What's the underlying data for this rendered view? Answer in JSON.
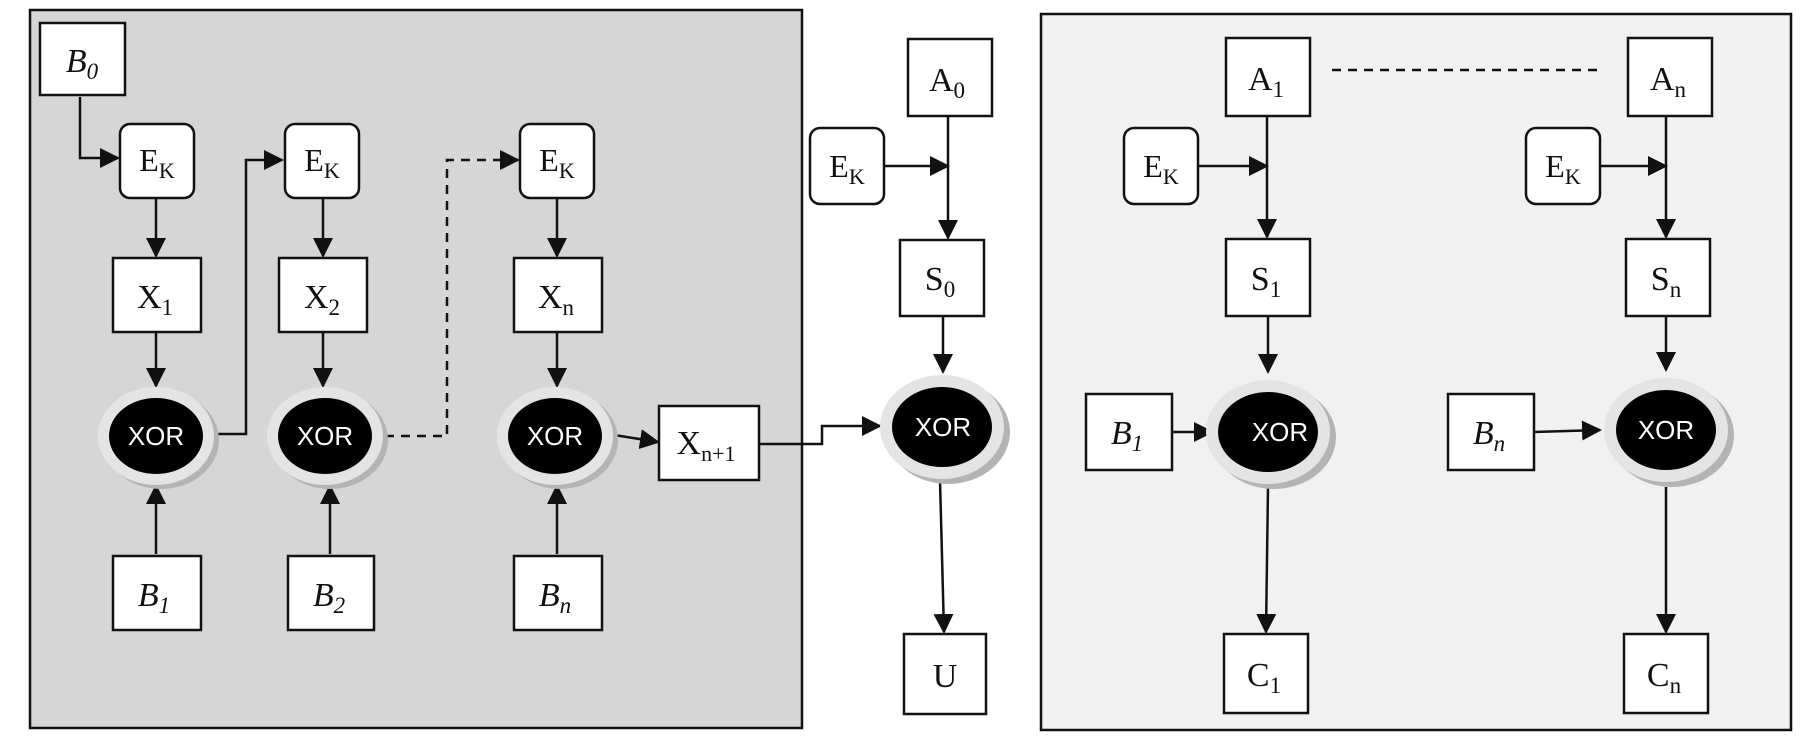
{
  "colors": {
    "left_panel": "#d6d6d6",
    "right_panel": "#f1f1f1",
    "xor_fill": "#000000",
    "xor_halo": "#e4e4e4"
  },
  "nodes": {
    "b0": {
      "base": "B",
      "sub": "0",
      "italic": true
    },
    "ek1": {
      "base": "E",
      "sub": "K"
    },
    "ek2": {
      "base": "E",
      "sub": "K"
    },
    "ek3": {
      "base": "E",
      "sub": "K"
    },
    "x1": {
      "base": "X",
      "sub": "1"
    },
    "x2": {
      "base": "X",
      "sub": "2"
    },
    "xn": {
      "base": "X",
      "sub": "n"
    },
    "xor1": {
      "label": "XOR"
    },
    "xor2": {
      "label": "XOR"
    },
    "xor3": {
      "label": "XOR"
    },
    "b1_left": {
      "base": "B",
      "sub": "1",
      "italic": true
    },
    "b2": {
      "base": "B",
      "sub": "2",
      "italic": true
    },
    "bn_left": {
      "base": "B",
      "sub": "n",
      "italic": true
    },
    "xn1": {
      "base": "X",
      "sub": "n+1"
    },
    "a0": {
      "base": "A",
      "sub": "0"
    },
    "ek_mid": {
      "base": "E",
      "sub": "K"
    },
    "s0": {
      "base": "S",
      "sub": "0"
    },
    "xor_mid": {
      "label": "XOR"
    },
    "u": {
      "base": "U",
      "sub": ""
    },
    "a1": {
      "base": "A",
      "sub": "1"
    },
    "an": {
      "base": "A",
      "sub": "n"
    },
    "ek_r1": {
      "base": "E",
      "sub": "K"
    },
    "ek_r2": {
      "base": "E",
      "sub": "K"
    },
    "s1": {
      "base": "S",
      "sub": "1"
    },
    "sn": {
      "base": "S",
      "sub": "n"
    },
    "b1_right": {
      "base": "B",
      "sub": "1",
      "italic": true
    },
    "bn_right": {
      "base": "B",
      "sub": "n",
      "italic": true
    },
    "xor_r1": {
      "label": "XOR"
    },
    "xor_r2": {
      "label": "XOR"
    },
    "c1": {
      "base": "C",
      "sub": "1"
    },
    "cn": {
      "base": "C",
      "sub": "n"
    }
  }
}
